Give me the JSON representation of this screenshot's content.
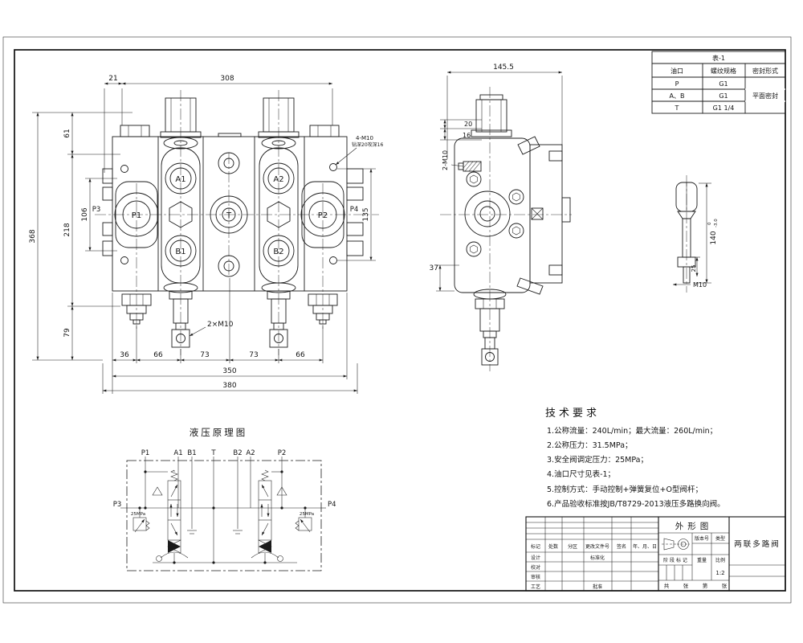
{
  "table1": {
    "title": "表-1",
    "col_port": "油口",
    "col_thread": "螺纹规格",
    "col_seal": "密封形式",
    "rows": [
      {
        "port": "P",
        "thread": "G1"
      },
      {
        "port": "A、B",
        "thread": "G1"
      },
      {
        "port": "T",
        "thread": "G1 1/4"
      }
    ],
    "seal": "平面密封"
  },
  "front": {
    "dim_21": "21",
    "dim_308": "308",
    "dim_61": "61",
    "dim_368": "368",
    "dim_218": "218",
    "dim_106": "106",
    "dim_79": "79",
    "chain": [
      "36",
      "66",
      "73",
      "73",
      "66"
    ],
    "dim_350": "350",
    "dim_380": "380",
    "dim_135": "135",
    "p1": "P1",
    "p2": "P2",
    "p3": "P3",
    "p4": "P4",
    "a1": "A1",
    "a2": "A2",
    "b1": "B1",
    "b2": "B2",
    "t": "T",
    "note_4m10": "4-M10",
    "note_4m10_sub": "钻深20攻深16",
    "note_2m10": "2×M10"
  },
  "side": {
    "dim_1455": "145.5",
    "dim_20": "20",
    "dim_16": "16",
    "dim_37": "37",
    "note_2m10": "2-M10"
  },
  "handle": {
    "dim_140": "140",
    "tol_hi": "0",
    "tol_lo": "-3.0",
    "dim_25": "25",
    "thread": "M10"
  },
  "schematic": {
    "title": "液压原理图",
    "ports_top": [
      "P1",
      "A1",
      "B1",
      "T",
      "B2",
      "A2",
      "P2"
    ],
    "port_left": "P3",
    "port_right": "P4",
    "relief_l": "25MPa",
    "relief_r": "25MPa"
  },
  "tech": {
    "title": "技术要求",
    "items": [
      "1.公称流量：240L/min；最大流量：260L/min；",
      "2.公称压力：31.5MPa；",
      "3.安全阀调定压力：25MPa；",
      "4.油口尺寸见表-1；",
      "5.控制方式：手动控制+弹簧复位+O型阀杆；",
      "6.产品验收标准按JB/T8729-2013液压多路换向阀。"
    ]
  },
  "tb": {
    "view_name": "外形图",
    "part_name": "两联多路阀",
    "version": "版本号",
    "type": "类型",
    "stage": "阶 段 标 记",
    "weight": "重量",
    "scale": "比例",
    "scale_val": "1:2",
    "sheet_gong": "共",
    "sheet_zhang1": "张",
    "sheet_di": "第",
    "sheet_zhang2": "张",
    "rev": [
      "标记",
      "处数",
      "分区",
      "更改文件号",
      "签名",
      "年、月、日"
    ],
    "r_design": "设计",
    "r_check": "校对",
    "r_review": "审核",
    "r_process": "工艺",
    "r_std": "标准化",
    "r_approve": "批准"
  }
}
